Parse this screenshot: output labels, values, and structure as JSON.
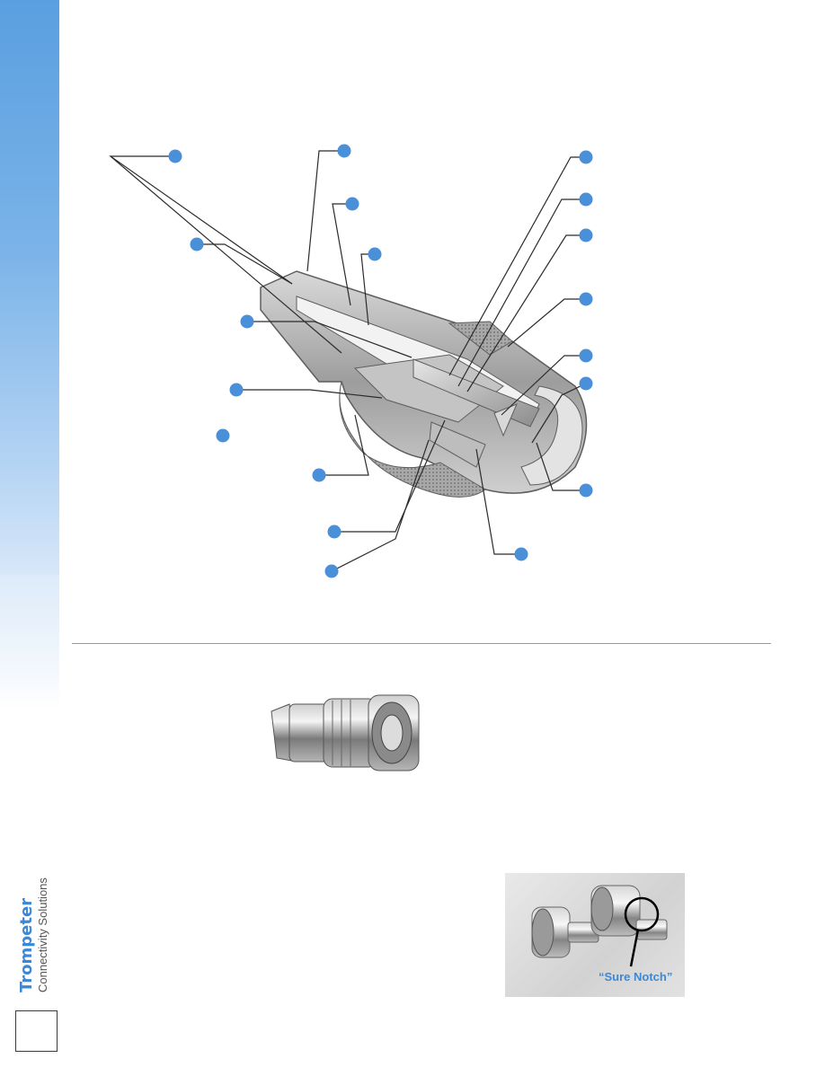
{
  "brand": {
    "name": "Trompeter",
    "tagline": "Connectivity Solutions"
  },
  "photos": {
    "sure_notch_label": "“Sure Notch”"
  },
  "colors": {
    "accent_blue": "#3d88d6",
    "callout_dot": "#4a90d9",
    "divider": "#9a9a9a"
  },
  "diagram": {
    "callout_count": 19
  }
}
